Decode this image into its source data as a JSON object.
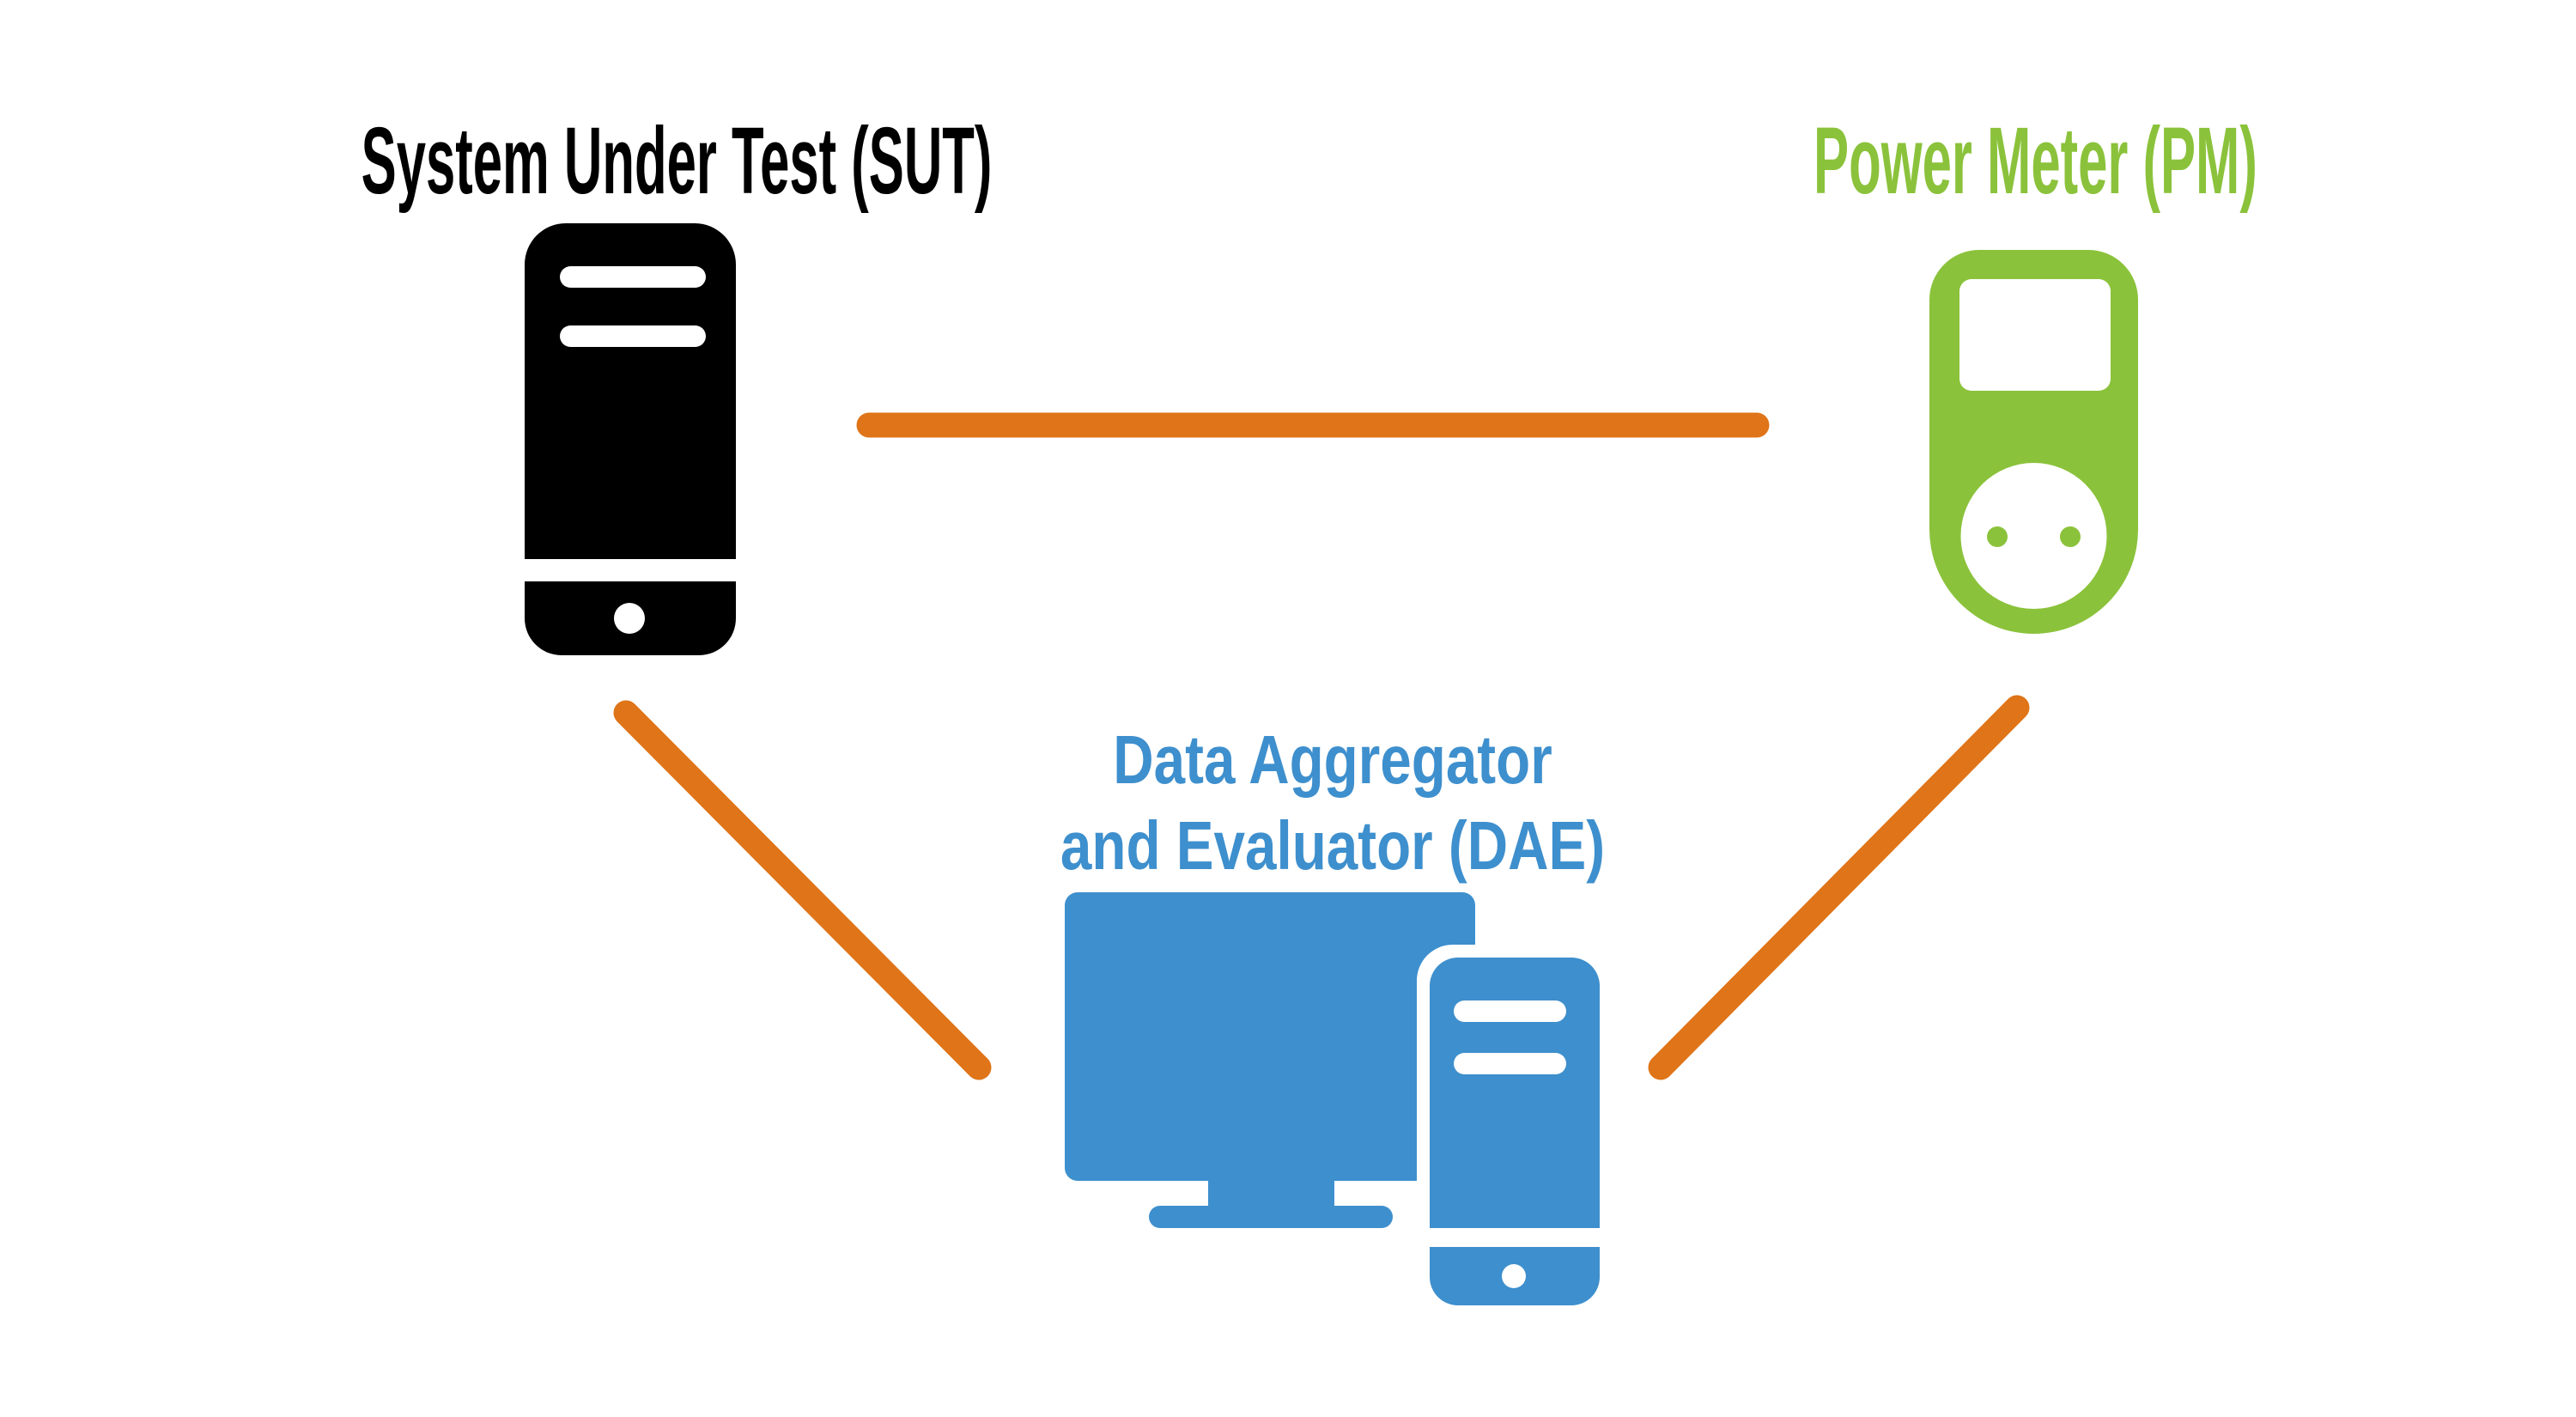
{
  "background": "#FFFFFF",
  "colors": {
    "connection": "#DF7418",
    "sut": "#000000",
    "pm": "#8BC23B",
    "dae": "#3E8FCD",
    "cutout": "#FFFFFF"
  },
  "nodes": {
    "sut": {
      "id": "sut",
      "label": "System Under Test (SUT)",
      "color": "#000000",
      "icon": "server-tower-icon"
    },
    "pm": {
      "id": "pm",
      "label": "Power Meter (PM)",
      "color": "#8BC23B",
      "icon": "power-meter-icon"
    },
    "dae": {
      "id": "dae",
      "label_lines": [
        "Data Aggregator",
        "and Evaluator (DAE)"
      ],
      "color": "#3E8FCD",
      "icon": "desktop-and-tower-icon"
    }
  },
  "connections": {
    "color": "#DF7418",
    "links": [
      {
        "from": "sut",
        "to": "pm"
      },
      {
        "from": "sut",
        "to": "dae"
      },
      {
        "from": "pm",
        "to": "dae"
      }
    ]
  }
}
